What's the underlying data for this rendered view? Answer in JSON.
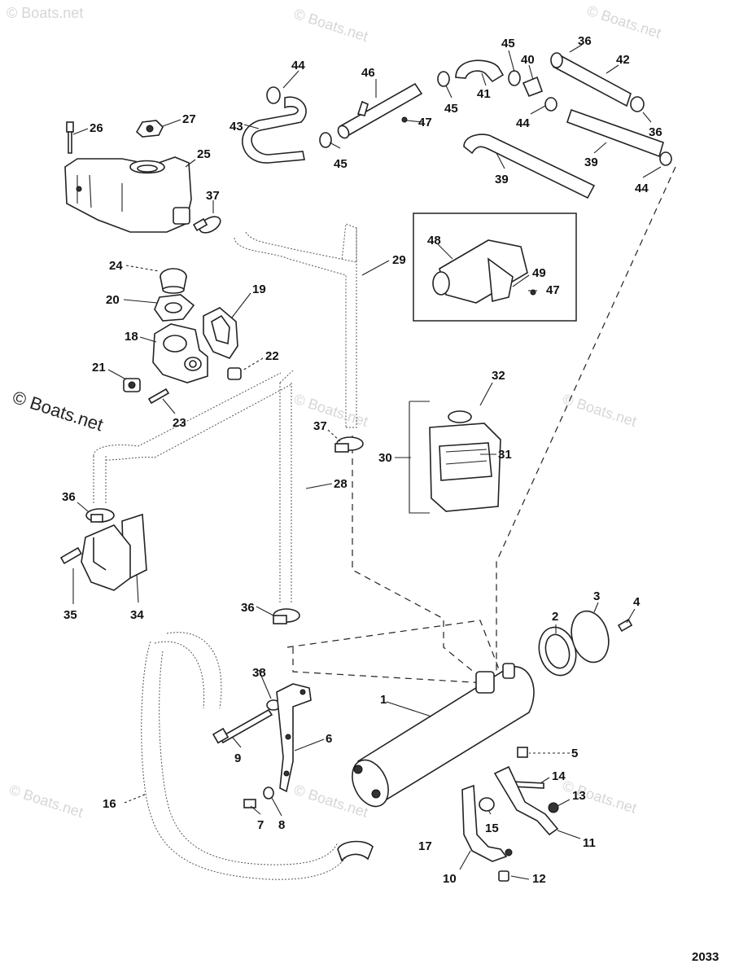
{
  "watermark": {
    "text": "© Boats.net"
  },
  "figure_number": "2033",
  "callouts": {
    "c1": "1",
    "c2": "2",
    "c3": "3",
    "c4": "4",
    "c5": "5",
    "c6": "6",
    "c7": "7",
    "c8": "8",
    "c9": "9",
    "c10": "10",
    "c11": "11",
    "c12": "12",
    "c13": "13",
    "c14": "14",
    "c15": "15",
    "c16": "16",
    "c17": "17",
    "c18": "18",
    "c19": "19",
    "c20": "20",
    "c21": "21",
    "c22": "22",
    "c23": "23",
    "c24": "24",
    "c25": "25",
    "c26": "26",
    "c27": "27",
    "c28": "28",
    "c29": "29",
    "c30": "30",
    "c31": "31",
    "c32": "32",
    "c34": "34",
    "c35": "35",
    "c36": "36",
    "c37": "37",
    "c38": "38",
    "c39": "39",
    "c40": "40",
    "c41": "41",
    "c42": "42",
    "c43": "43",
    "c44": "44",
    "c45": "45",
    "c46": "46",
    "c47": "47",
    "c48": "48",
    "c49": "49"
  }
}
